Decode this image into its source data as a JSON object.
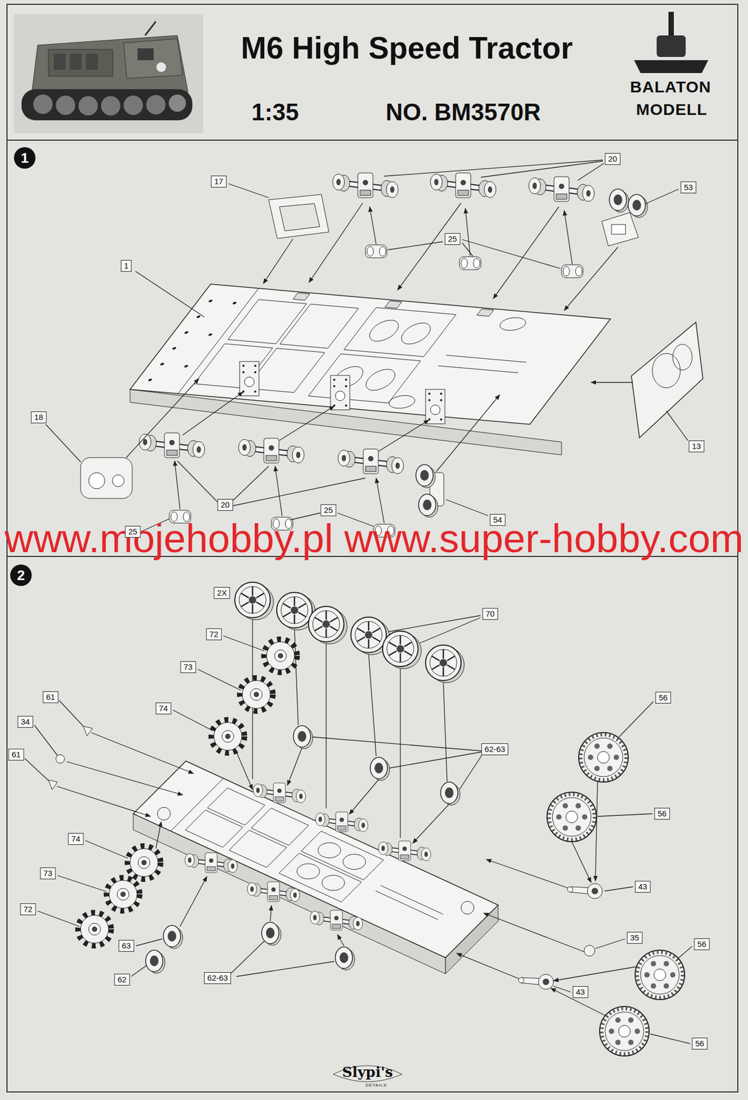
{
  "diagram": {
    "title": "M6 High Speed Tractor",
    "labels": [
      "1:35",
      "NO. BM3570R",
      "BALATON",
      "MODELL",
      "1",
      "17",
      "20",
      "53",
      "25",
      "1",
      "18",
      "13",
      "54",
      "20",
      "25",
      "25",
      "www.mojehobby.pl www.super-hobby.com",
      "2",
      "2X",
      "70",
      "72",
      "73",
      "61",
      "74",
      "34",
      "62-63",
      "61",
      "56",
      "56",
      "74",
      "73",
      "43",
      "72",
      "63",
      "35",
      "56",
      "62",
      "62-63",
      "43",
      "56",
      "Slypi's",
      "DETAILS"
    ]
  }
}
